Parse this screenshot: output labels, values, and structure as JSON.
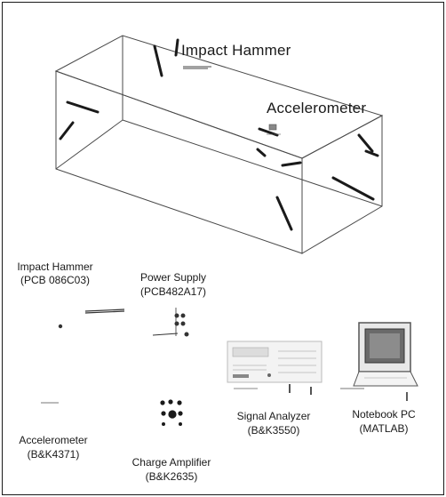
{
  "frame_labels": {
    "impact_hammer": "Impact Hammer",
    "accelerometer": "Accelerometer"
  },
  "equipment": {
    "impact_hammer": {
      "name": "Impact Hammer",
      "model": "(PCB 086C03)"
    },
    "power_supply": {
      "name": "Power Supply",
      "model": "(PCB482A17)"
    },
    "accelerometer": {
      "name": "Accelerometer",
      "model": "(B&K4371)"
    },
    "charge_amplifier": {
      "name": "Charge Amplifier",
      "model": "(B&K2635)"
    },
    "signal_analyzer": {
      "name": "Signal Analyzer",
      "model": "(B&K3550)"
    },
    "notebook_pc": {
      "name": "Notebook PC",
      "model": "(MATLAB)"
    }
  },
  "colors": {
    "line": "#1a1a1a",
    "frame_stroke": "#555555",
    "panel_fill": "#f2f2f2",
    "dark_part": "#333333"
  }
}
